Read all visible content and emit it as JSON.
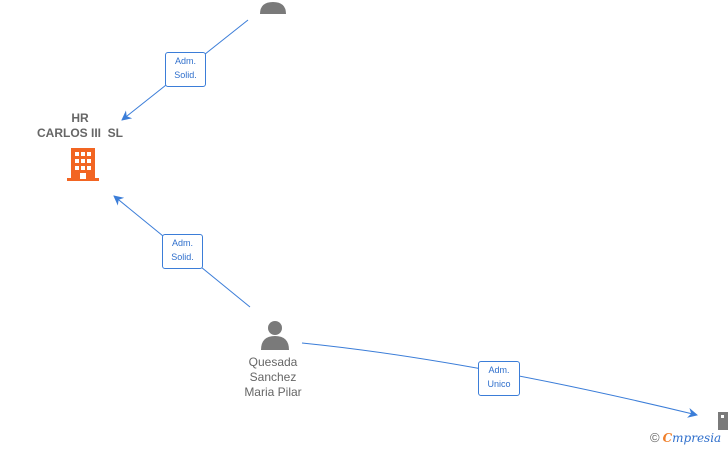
{
  "nodes": {
    "company": {
      "line1": "HR",
      "line2": "CARLOS III  SL",
      "icon": "building-icon",
      "color": "#f26522"
    },
    "person": {
      "line1": "Quesada",
      "line2": "Sanchez",
      "line3": "Maria Pilar",
      "icon": "person-icon",
      "color": "#7a7a7a"
    }
  },
  "edges": [
    {
      "line1": "Adm.",
      "line2": "Solid."
    },
    {
      "line1": "Adm.",
      "line2": "Solid."
    },
    {
      "line1": "Adm.",
      "line2": "Unico"
    }
  ],
  "colors": {
    "edge": "#3b7dd8"
  },
  "footer": {
    "copyright": "©",
    "brand_first": "C",
    "brand_rest": "mpresia"
  }
}
